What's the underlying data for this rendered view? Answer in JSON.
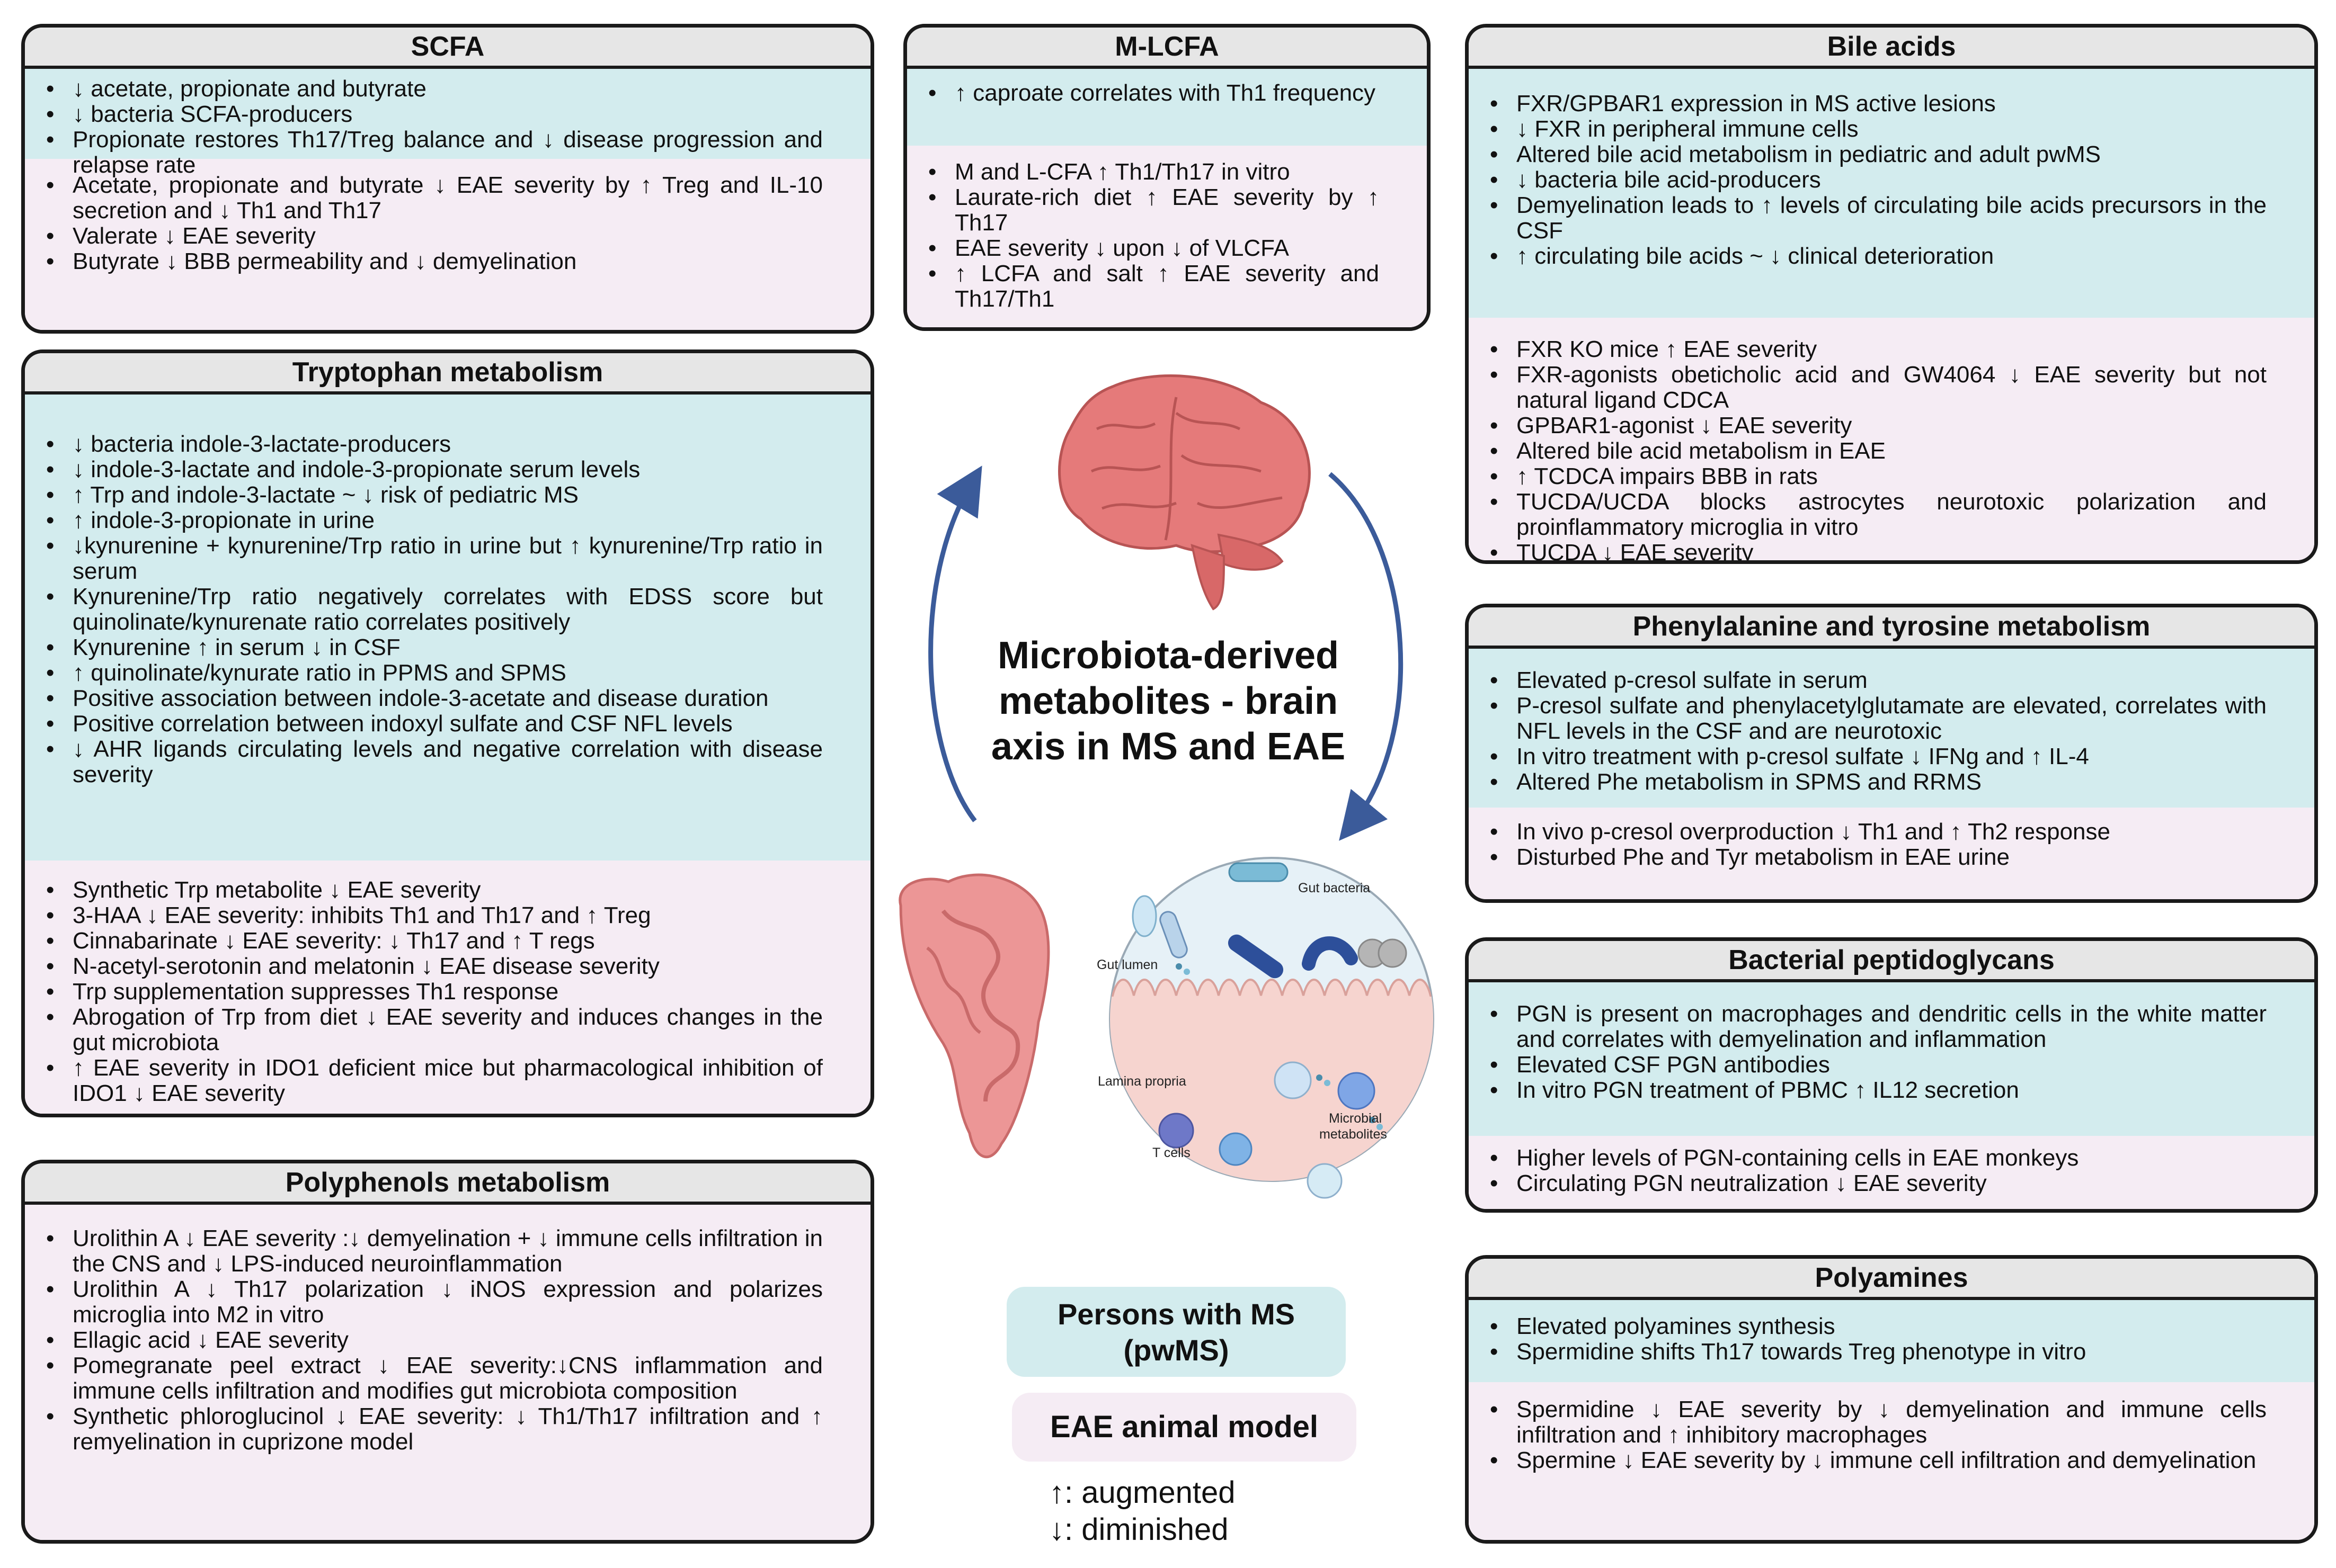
{
  "center": {
    "title_line1": "Microbiota-derived",
    "title_line2": "metabolites - brain",
    "title_line3": "axis in MS and EAE"
  },
  "illustration_labels": {
    "gut_bacteria": "Gut bacteria",
    "gut_lumen": "Gut lumen",
    "lamina_propria": "Lamina propria",
    "t_cells": "T cells",
    "microbial_metabolites_1": "Microbial",
    "microbial_metabolites_2": "metabolites"
  },
  "legend": {
    "pwms_line1": "Persons with MS",
    "pwms_line2": "(pwMS)",
    "eae": "EAE animal model",
    "augmented": "↑: augmented",
    "diminished": "↓: diminished"
  },
  "colors": {
    "human_bg": "#d3ecee",
    "animal_bg": "#f5ecf4",
    "header_bg": "#e6e6e6",
    "arrow": "#3b5b9a"
  },
  "panels": {
    "scfa": {
      "title": "SCFA",
      "human": [
        "↓ acetate, propionate and butyrate",
        "↓ bacteria SCFA-producers",
        "Propionate restores Th17/Treg balance and ↓ disease progression and relapse rate"
      ],
      "animal": [
        "Acetate, propionate and butyrate ↓ EAE severity by ↑ Treg and IL-10 secretion and ↓ Th1 and Th17",
        "Valerate ↓ EAE severity",
        "Butyrate ↓ BBB permeability and ↓ demyelination"
      ]
    },
    "mlcfa": {
      "title": "M-LCFA",
      "human": [
        "↑ caproate correlates with Th1 frequency"
      ],
      "animal": [
        "M and L-CFA ↑ Th1/Th17 in vitro",
        "Laurate-rich diet ↑ EAE severity by ↑ Th17",
        "EAE severity ↓ upon ↓ of VLCFA",
        "↑ LCFA and salt ↑ EAE severity and Th17/Th1"
      ]
    },
    "bile": {
      "title": "Bile acids",
      "human": [
        "FXR/GPBAR1 expression in MS active lesions",
        "↓ FXR in peripheral immune cells",
        "Altered bile acid metabolism in pediatric and adult pwMS",
        "↓ bacteria bile acid-producers",
        "Demyelination leads to ↑ levels of circulating bile acids precursors in the CSF",
        "↑ circulating bile acids ~ ↓ clinical deterioration"
      ],
      "animal": [
        "FXR KO mice ↑ EAE severity",
        "FXR-agonists obeticholic acid and GW4064 ↓ EAE severity but not natural ligand CDCA",
        "GPBAR1-agonist ↓ EAE severity",
        "Altered bile acid metabolism in EAE",
        "↑ TCDCA impairs BBB in rats",
        "TUCDA/UCDA blocks astrocytes neurotoxic polarization and proinflammatory microglia in vitro",
        "TUCDA ↓ EAE severity"
      ]
    },
    "trp": {
      "title": "Tryptophan metabolism",
      "human": [
        "↓ bacteria indole-3-lactate-producers",
        "↓ indole-3-lactate and indole-3-propionate serum levels",
        "↑ Trp and indole-3-lactate ~ ↓ risk of pediatric MS",
        "↑ indole-3-propionate in urine",
        "↓kynurenine + kynurenine/Trp ratio in urine but ↑ kynurenine/Trp ratio in serum",
        "Kynurenine/Trp ratio negatively correlates with EDSS score but quinolinate/kynurenate ratio correlates positively",
        "Kynurenine ↑ in serum ↓ in CSF",
        "↑ quinolinate/kynurate ratio in PPMS and SPMS",
        "Positive association between indole-3-acetate and disease duration",
        "Positive correlation between indoxyl sulfate and CSF NFL levels",
        "↓ AHR ligands circulating levels and negative correlation with disease severity"
      ],
      "animal": [
        "Synthetic Trp metabolite ↓ EAE severity",
        "3-HAA ↓ EAE severity: inhibits Th1 and Th17 and ↑ Treg",
        "Cinnabarinate ↓ EAE severity: ↓ Th17 and ↑ T regs",
        "N-acetyl-serotonin and melatonin ↓ EAE disease severity",
        "Trp supplementation suppresses Th1 response",
        "Abrogation of Trp from diet ↓ EAE severity and induces changes in the gut microbiota",
        "↑ EAE severity in IDO1 deficient mice but pharmacological inhibition of IDO1 ↓ EAE severity"
      ]
    },
    "phe": {
      "title": "Phenylalanine and tyrosine metabolism",
      "human": [
        "Elevated p-cresol sulfate in serum",
        "P-cresol sulfate and phenylacetylglutamate are elevated, correlates with NFL levels in the CSF and are neurotoxic",
        "In vitro treatment with p-cresol sulfate ↓ IFNg and ↑ IL-4",
        "Altered Phe metabolism in SPMS and RRMS"
      ],
      "animal": [
        "In vivo p-cresol overproduction ↓ Th1 and ↑ Th2 response",
        "Disturbed Phe and Tyr metabolism in EAE urine"
      ]
    },
    "pgn": {
      "title": "Bacterial peptidoglycans",
      "human": [
        "PGN is present on macrophages and dendritic cells in the white matter and correlates with demyelination and inflammation",
        "Elevated CSF PGN antibodies",
        "In vitro PGN treatment of PBMC ↑ IL12 secretion"
      ],
      "animal": [
        "Higher levels of PGN-containing cells in EAE monkeys",
        "Circulating PGN neutralization ↓ EAE severity"
      ]
    },
    "poly": {
      "title": "Polyphenols metabolism",
      "animal": [
        "Urolithin A ↓ EAE severity :↓ demyelination + ↓ immune cells infiltration in the CNS and ↓ LPS-induced neuroinflammation",
        "Urolithin A ↓ Th17 polarization ↓ iNOS expression and polarizes microglia into M2 in vitro",
        "Ellagic acid ↓ EAE severity",
        "Pomegranate peel extract ↓ EAE severity:↓CNS inflammation and immune cells infiltration and modifies gut microbiota composition",
        "Synthetic phloroglucinol ↓ EAE severity: ↓ Th1/Th17 infiltration and ↑ remyelination in cuprizone model"
      ]
    },
    "pa": {
      "title": "Polyamines",
      "human": [
        "Elevated polyamines synthesis",
        "Spermidine shifts Th17 towards Treg phenotype in vitro"
      ],
      "animal": [
        "Spermidine ↓ EAE severity by ↓ demyelination and immune cells infiltration and ↑ inhibitory macrophages",
        "Spermine ↓ EAE severity by ↓ immune cell infiltration and demyelination"
      ]
    }
  }
}
